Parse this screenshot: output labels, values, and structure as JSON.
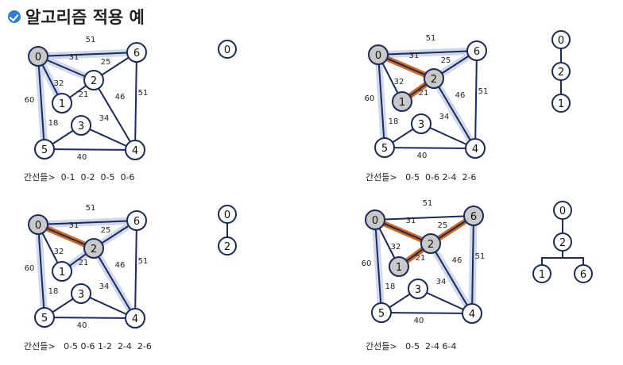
{
  "title": "알고리즘 적용 예",
  "icon": "check-circle-icon",
  "colors": {
    "edge": "#1a2a5a",
    "node_visited": "#c9c9c9",
    "node_fill": "#ffffff",
    "highlight": "#cfd8ec",
    "tree_edge": "#d2691e"
  },
  "graph": {
    "nodes": [
      "0",
      "1",
      "2",
      "3",
      "4",
      "5",
      "6"
    ],
    "edges": [
      {
        "from": "0",
        "to": "6",
        "weight": "51"
      },
      {
        "from": "0",
        "to": "2",
        "weight": "31"
      },
      {
        "from": "0",
        "to": "1",
        "weight": "32"
      },
      {
        "from": "0",
        "to": "5",
        "weight": "60"
      },
      {
        "from": "2",
        "to": "6",
        "weight": "25"
      },
      {
        "from": "1",
        "to": "2",
        "weight": "21"
      },
      {
        "from": "2",
        "to": "4",
        "weight": "46"
      },
      {
        "from": "6",
        "to": "4",
        "weight": "51"
      },
      {
        "from": "5",
        "to": "3",
        "weight": "18"
      },
      {
        "from": "3",
        "to": "4",
        "weight": "34"
      },
      {
        "from": "5",
        "to": "4",
        "weight": "40"
      }
    ]
  },
  "panels": [
    {
      "visited": [
        "0"
      ],
      "tree_edges": [],
      "candidate_edges": [
        [
          "0",
          "1"
        ],
        [
          "0",
          "2"
        ],
        [
          "0",
          "5"
        ],
        [
          "0",
          "6"
        ]
      ],
      "caption": "간선들>  0-1  0-2  0-5  0-6",
      "tree_nodes": [
        "0"
      ],
      "tree_links": []
    },
    {
      "visited": [
        "0",
        "1",
        "2"
      ],
      "tree_edges": [
        [
          "0",
          "2"
        ],
        [
          "1",
          "2"
        ]
      ],
      "candidate_edges": [
        [
          "0",
          "5"
        ],
        [
          "0",
          "6"
        ],
        [
          "2",
          "4"
        ],
        [
          "2",
          "6"
        ]
      ],
      "caption": "간선들>   0-5  0-6 2-4  2-6",
      "tree_nodes": [
        "0",
        "2",
        "1"
      ],
      "tree_links": [
        [
          "0",
          "2"
        ],
        [
          "2",
          "1"
        ]
      ]
    },
    {
      "visited": [
        "0",
        "2"
      ],
      "tree_edges": [
        [
          "0",
          "2"
        ]
      ],
      "candidate_edges": [
        [
          "0",
          "5"
        ],
        [
          "0",
          "6"
        ],
        [
          "1",
          "2"
        ],
        [
          "2",
          "4"
        ],
        [
          "2",
          "6"
        ]
      ],
      "caption": "간선들>   0-5 0-6 1-2  2-4  2-6",
      "tree_nodes": [
        "0",
        "2"
      ],
      "tree_links": [
        [
          "0",
          "2"
        ]
      ]
    },
    {
      "visited": [
        "0",
        "1",
        "2",
        "6"
      ],
      "tree_edges": [
        [
          "0",
          "2"
        ],
        [
          "1",
          "2"
        ],
        [
          "2",
          "6"
        ]
      ],
      "candidate_edges": [
        [
          "0",
          "5"
        ],
        [
          "2",
          "4"
        ],
        [
          "6",
          "4"
        ]
      ],
      "caption": "간선들>   0-5  2-4 6-4",
      "tree_nodes": [
        "0",
        "2",
        "1",
        "6"
      ],
      "tree_links": [
        [
          "0",
          "2"
        ],
        [
          "2",
          "1"
        ],
        [
          "2",
          "6"
        ]
      ]
    }
  ]
}
